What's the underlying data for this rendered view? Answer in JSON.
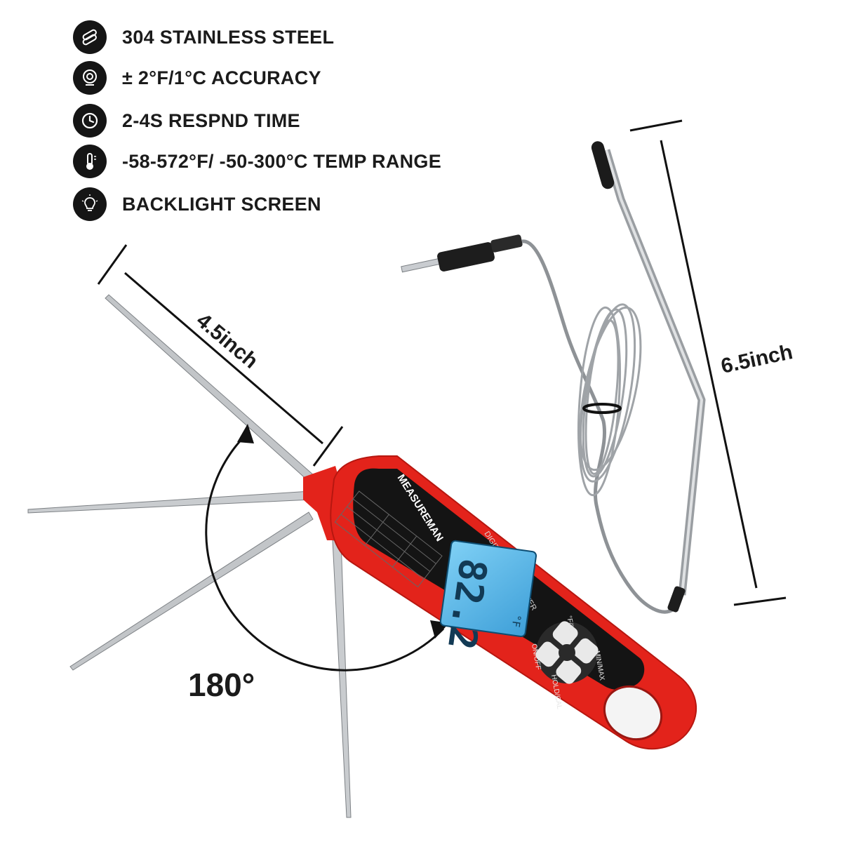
{
  "features": [
    {
      "icon": "steel-layers-icon",
      "text": "304 STAINLESS STEEL"
    },
    {
      "icon": "target-accuracy-icon",
      "text": "± 2°F/1°C ACCURACY"
    },
    {
      "icon": "clock-icon",
      "text": "2-4S RESPND TIME"
    },
    {
      "icon": "thermometer-icon",
      "text": "-58-572°F/ -50-300°C TEMP RANGE"
    },
    {
      "icon": "light-bulb-icon",
      "text": "BACKLIGHT SCREEN"
    }
  ],
  "dimensions": {
    "fold_probe": "4.5inch",
    "rotation": "180°",
    "external_probe": "6.5inch"
  },
  "device": {
    "brand": "MEASUREMAN",
    "subtitle": "DIGITAL THERMOMETER",
    "reading": "82.2",
    "unit": "°F",
    "buttons": {
      "top_left": "ON/OFF",
      "top_right": "°F/°C",
      "bottom_left": "HOLD/CAL",
      "bottom_right": "MIN/MAX"
    }
  },
  "colors": {
    "body_red": "#e3231b",
    "lcd_blue": "#5ab7ea",
    "icon_bg": "#151515",
    "probe_steel": "#b9bcbf"
  }
}
